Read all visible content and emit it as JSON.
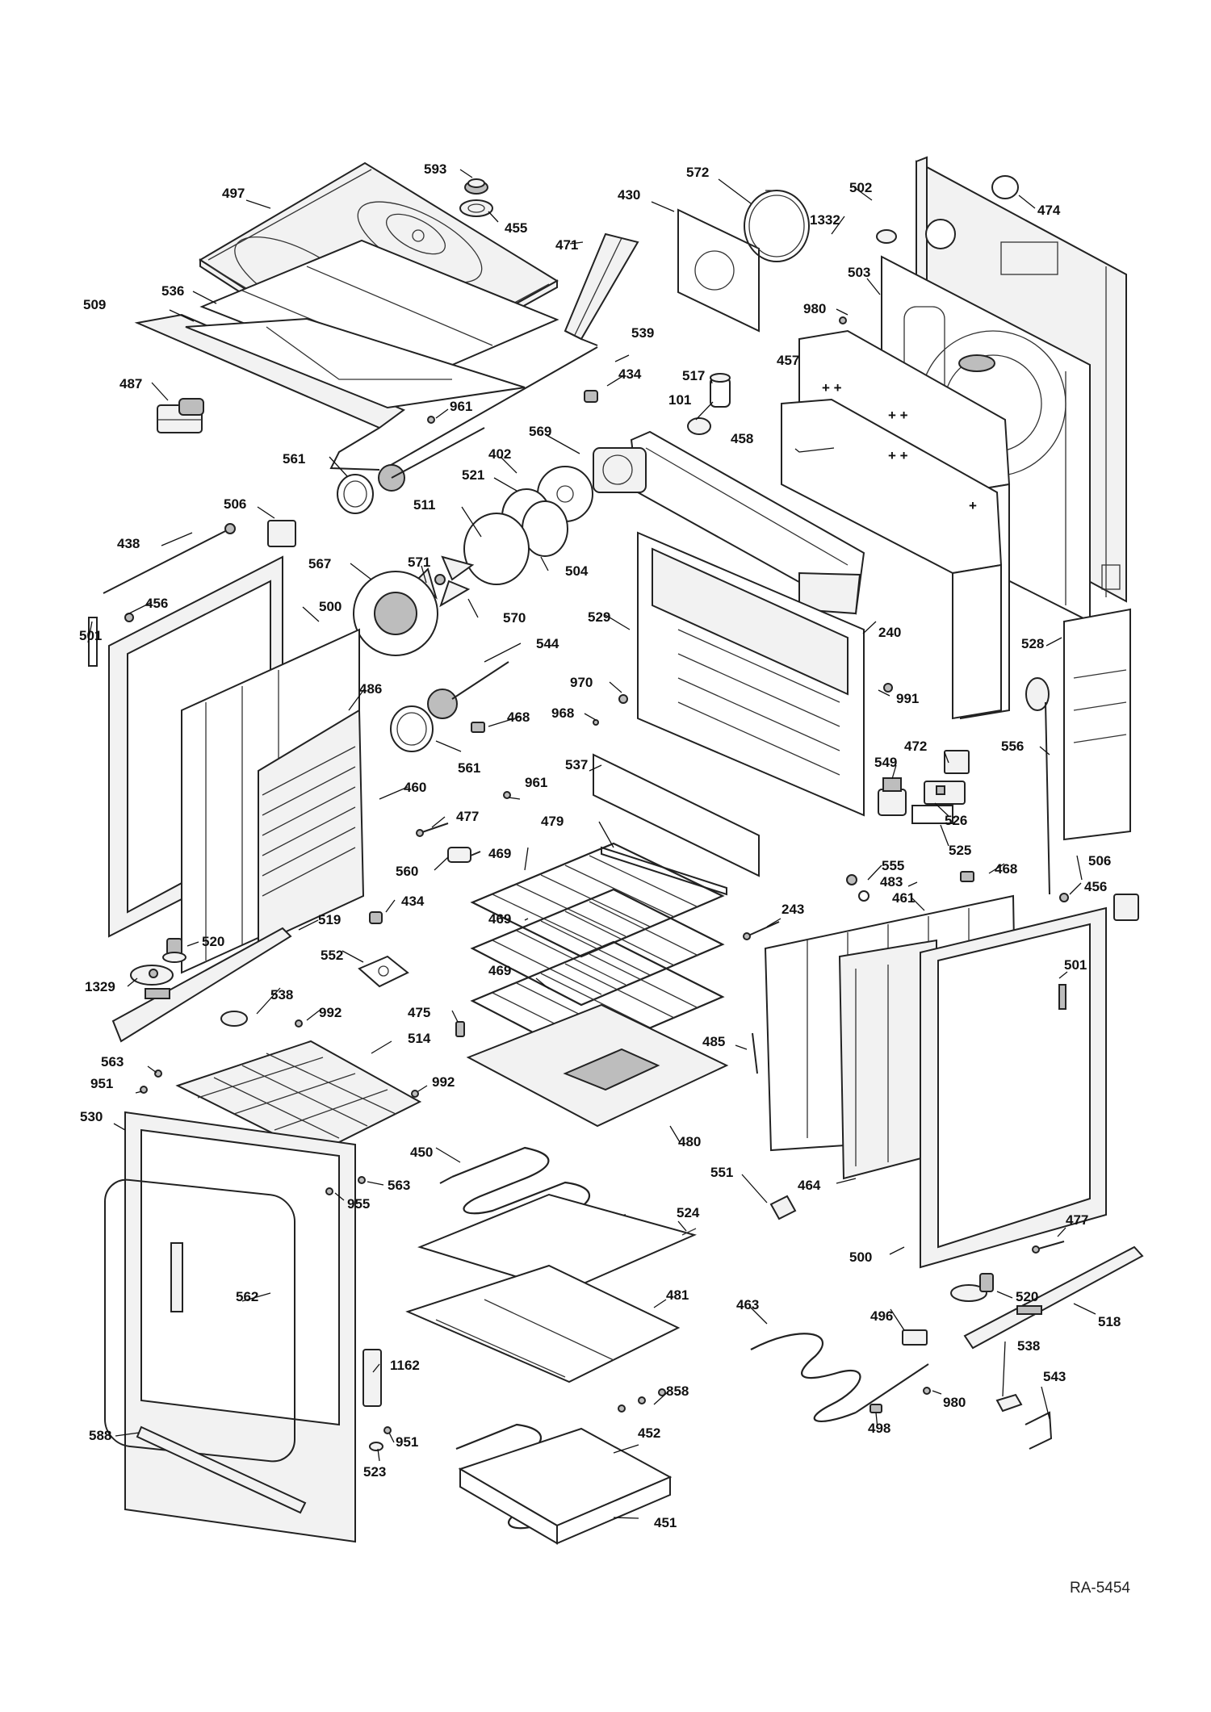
{
  "drawing_code": "RA-5454",
  "callouts": {
    "c593": "593",
    "c455": "455",
    "c497": "497",
    "c430": "430",
    "c572": "572",
    "c502": "502",
    "c474": "474",
    "c1332": "1332",
    "c471": "471",
    "c503": "503",
    "c509": "509",
    "c536": "536",
    "c980a": "980",
    "c539": "539",
    "c487": "487",
    "c434a": "434",
    "c517": "517",
    "c457": "457",
    "c961a": "961",
    "c101": "101",
    "c569": "569",
    "c561a": "561",
    "c402": "402",
    "c458": "458",
    "c521": "521",
    "c506a": "506",
    "c511": "511",
    "c438": "438",
    "c567": "567",
    "c571": "571",
    "c504": "504",
    "c456a": "456",
    "c500a": "500",
    "c570": "570",
    "c529": "529",
    "c240": "240",
    "c501a": "501",
    "c544": "544",
    "c528": "528",
    "c486": "486",
    "c970": "970",
    "c991": "991",
    "c468a": "468",
    "c968": "968",
    "c472": "472",
    "c556": "556",
    "c561b": "561",
    "c549": "549",
    "c460": "460",
    "c961b": "961",
    "c537": "537",
    "c526": "526",
    "c477a": "477",
    "c479": "479",
    "c525": "525",
    "c560": "560",
    "c469a": "469",
    "c555": "555",
    "c506b": "506",
    "c483": "483",
    "c468b": "468",
    "c456b": "456",
    "c434b": "434",
    "c469b": "469",
    "c243": "243",
    "c461": "461",
    "c519": "519",
    "c520a": "520",
    "c552": "552",
    "c501b": "501",
    "c469c": "469",
    "c1329": "1329",
    "c538a": "538",
    "c992a": "992",
    "c475": "475",
    "c514": "514",
    "c485": "485",
    "c563a": "563",
    "c992b": "992",
    "c951a": "951",
    "c530": "530",
    "c480": "480",
    "c450": "450",
    "c464": "464",
    "c551": "551",
    "c563b": "563",
    "c955": "955",
    "c524": "524",
    "c500b": "500",
    "c477b": "477",
    "c562": "562",
    "c520b": "520",
    "c481": "481",
    "c463": "463",
    "c496": "496",
    "c518": "518",
    "c538b": "538",
    "c1162": "1162",
    "c858": "858",
    "c543": "543",
    "c980b": "980",
    "c498": "498",
    "c588": "588",
    "c951b": "951",
    "c452": "452",
    "c523": "523",
    "c451": "451"
  }
}
